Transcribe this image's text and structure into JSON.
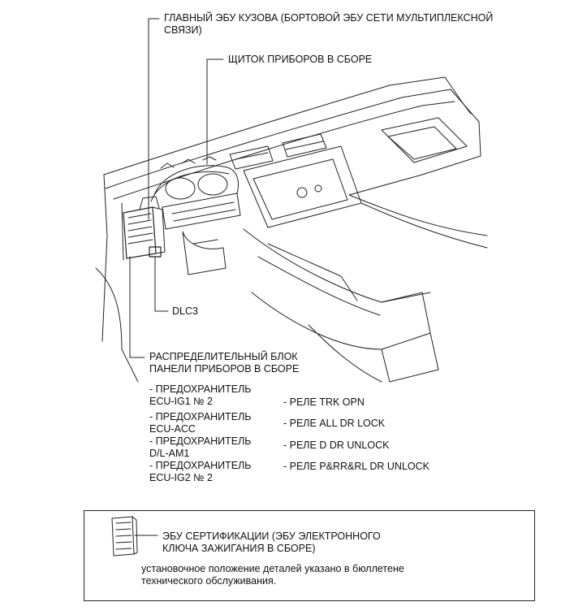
{
  "labels": {
    "main_ecu": "ГЛАВНЫЙ ЭБУ КУЗОВА (БОРТОВОЙ ЭБУ СЕТИ МУЛЬТИПЛЕКСНОЙ\nСВЯЗИ)",
    "combination_meter": "ЩИТОК ПРИБОРОВ В СБОРЕ",
    "dlc3": "DLC3",
    "junction_block": "РАСПРЕДЕЛИТЕЛЬНЫЙ БЛОК\nПАНЕЛИ ПРИБОРОВ В СБОРЕ"
  },
  "fuses": [
    "- ПРЕДОХРАНИТЕЛЬ\nECU-IG1 № 2",
    "- ПРЕДОХРАНИТЕЛЬ\nECU-ACC",
    "- ПРЕДОХРАНИТЕЛЬ\nD/L-AM1",
    "- ПРЕДОХРАНИТЕЛЬ\nECU-IG2 № 2"
  ],
  "relays": [
    "- РЕЛЕ TRK OPN",
    "- РЕЛЕ ALL DR LOCK",
    "- РЕЛЕ D DR UNLOCK",
    "- РЕЛЕ P&RR&RL DR UNLOCK"
  ],
  "note": {
    "component": "ЭБУ СЕРТИФИКАЦИИ (ЭБУ ЭЛЕКТРОННОГО\nКЛЮЧА ЗАЖИГАНИЯ В СБОРЕ)",
    "text": "установочное положение деталей указано в бюллетене\nтехнического обслуживания."
  }
}
